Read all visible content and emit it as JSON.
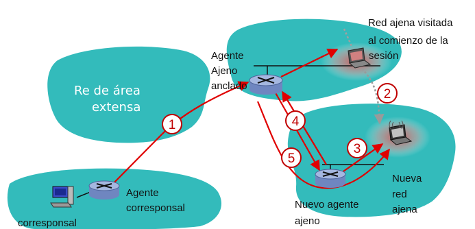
{
  "labels": {
    "wan_line1": "Re de área",
    "wan_line2": "extensa",
    "visited_line1": "Red ajena visitada",
    "visited_line2": "al comienzo de la",
    "visited_line3": "sesión",
    "anchor_line1": "Agente",
    "anchor_line2": "Ajeno",
    "anchor_line3": "anclado",
    "corr_agent_line1": "Agente",
    "corr_agent_line2": "corresponsal",
    "corr_host": "corresponsal",
    "new_agent_line1": "Nuevo agente",
    "new_agent_line2": "ajeno",
    "new_net_line1": "Nueva",
    "new_net_line2": "red",
    "new_net_line3": "ajena"
  },
  "steps": [
    "1",
    "2",
    "3",
    "4",
    "5"
  ],
  "colors": {
    "network": "#33bbbb",
    "arrow": "#e00000",
    "dotted": "#9a9a9a",
    "router": "#8fa6d6",
    "step_text": "#c00000"
  },
  "icons": [
    "router-icon",
    "laptop-icon",
    "desktop-computer-icon",
    "wireless-icon"
  ]
}
